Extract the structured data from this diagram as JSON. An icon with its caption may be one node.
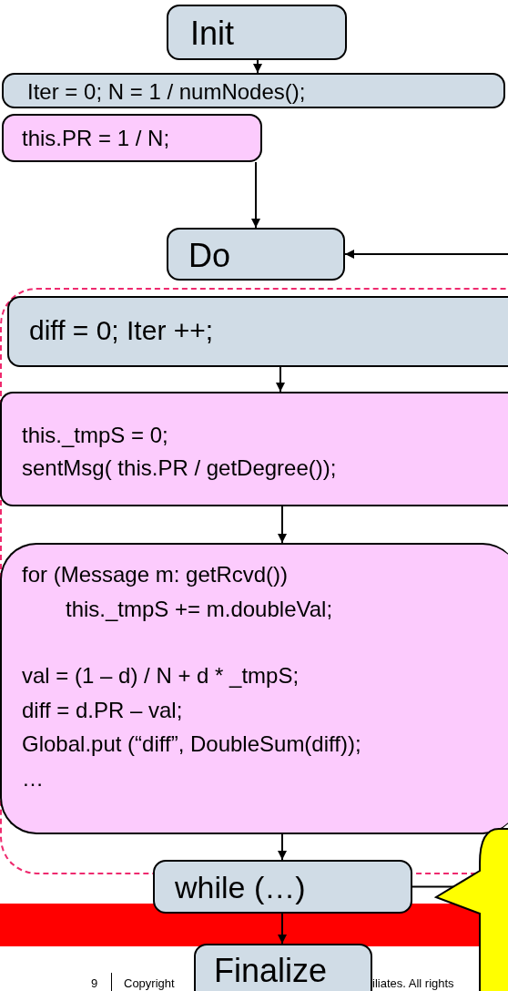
{
  "diagram": {
    "nodes": [
      {
        "text": [
          "Init"
        ]
      },
      {
        "text": [
          "Iter = 0; N = 1 / numNodes();"
        ]
      },
      {
        "text": [
          "this.PR = 1 / N;"
        ]
      },
      {
        "text": [
          "Do"
        ]
      },
      {
        "text": [],
        "shape": "box"
      },
      {
        "text": [
          "diff = 0; Iter ++;"
        ],
        "in": 4
      },
      {
        "text": [
          "this._tmpS = 0;",
          "sentMsg( this.PR / getDegree());"
        ],
        "in": 4
      },
      {
        "text": [
          "for (Message m: getRcvd())",
          "this._tmpS += m.doubleVal;",
          "val = (1 – d) / N + d * _tmpS;",
          "diff = d.PR – val;",
          "Global.put (“diff”, DoubleSum(diff));",
          "…"
        ],
        "in": 4
      },
      {
        "text": [
          "while (…)"
        ]
      },
      {
        "text": [
          "Finalize"
        ]
      },
      {
        "text": [],
        "shape": "callout"
      }
    ],
    "edges": [
      {
        "from": 0,
        "to": 1,
        "arrow": "to"
      },
      {
        "from": 2,
        "to": 3,
        "arrow": "to"
      },
      {
        "from": null,
        "to": 3,
        "arrow": "to"
      },
      {
        "from": 5,
        "to": 6,
        "arrow": "to"
      },
      {
        "from": 6,
        "to": 7,
        "arrow": "to"
      },
      {
        "from": 7,
        "to": 8,
        "arrow": "to"
      },
      {
        "from": 8,
        "to": 9,
        "arrow": "to"
      },
      {
        "from": 8,
        "to": 10,
        "arrow": "none"
      }
    ],
    "labels": [
      "9",
      "Copyright",
      "iliates. All rights"
    ]
  }
}
